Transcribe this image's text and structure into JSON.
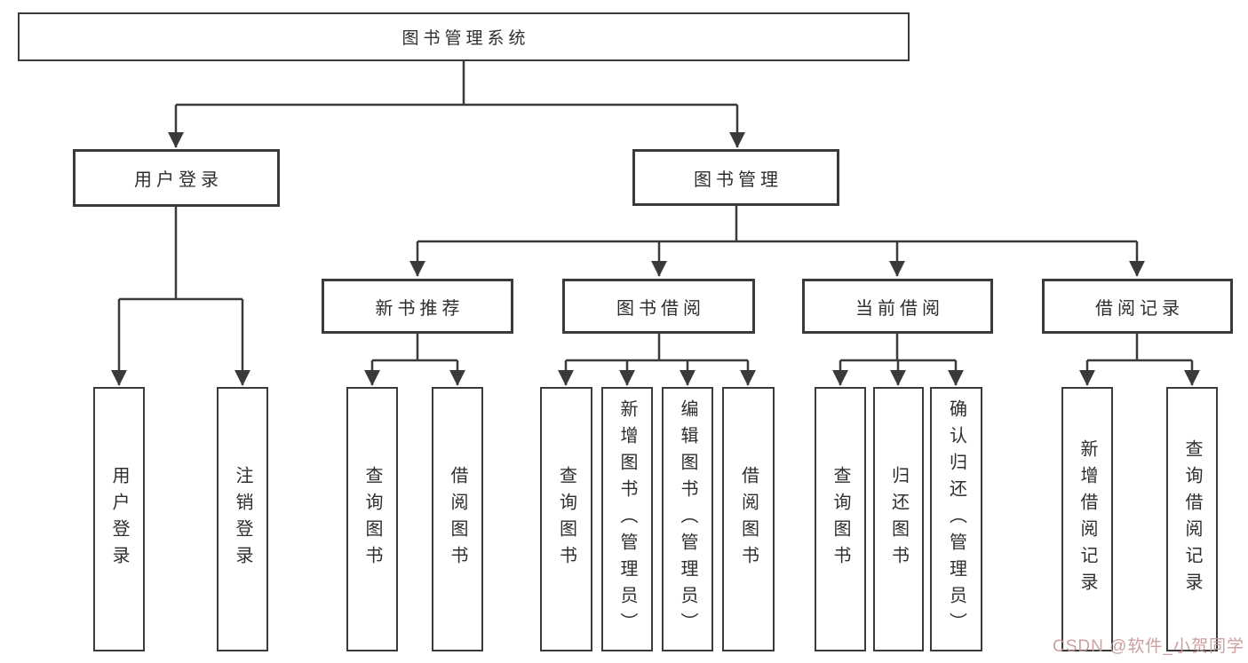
{
  "tree": {
    "root": {
      "label": "图书管理系统",
      "children": [
        {
          "label": "用户登录",
          "children": [
            {
              "label": "用户登录"
            },
            {
              "label": "注销登录"
            }
          ]
        },
        {
          "label": "图书管理",
          "children": [
            {
              "label": "新书推荐",
              "children": [
                {
                  "label": "查询图书"
                },
                {
                  "label": "借阅图书"
                }
              ]
            },
            {
              "label": "图书借阅",
              "children": [
                {
                  "label": "查询图书"
                },
                {
                  "label": "新增图书（管理员）"
                },
                {
                  "label": "编辑图书（管理员）"
                },
                {
                  "label": "借阅图书"
                }
              ]
            },
            {
              "label": "当前借阅",
              "children": [
                {
                  "label": "查询图书"
                },
                {
                  "label": "归还图书"
                },
                {
                  "label": "确认归还（管理员）"
                }
              ]
            },
            {
              "label": "借阅记录",
              "children": [
                {
                  "label": "新增借阅记录"
                },
                {
                  "label": "查询借阅记录"
                }
              ]
            }
          ]
        }
      ]
    }
  },
  "watermark": {
    "text": "CSDN @软件_小贺同学",
    "color": "#c99595"
  },
  "colors": {
    "line": "#3a3a3a",
    "box_border": "#3a3a3a",
    "box_background": "#ffffff",
    "text": "#2e2e2e",
    "page_background": "#ffffff"
  }
}
